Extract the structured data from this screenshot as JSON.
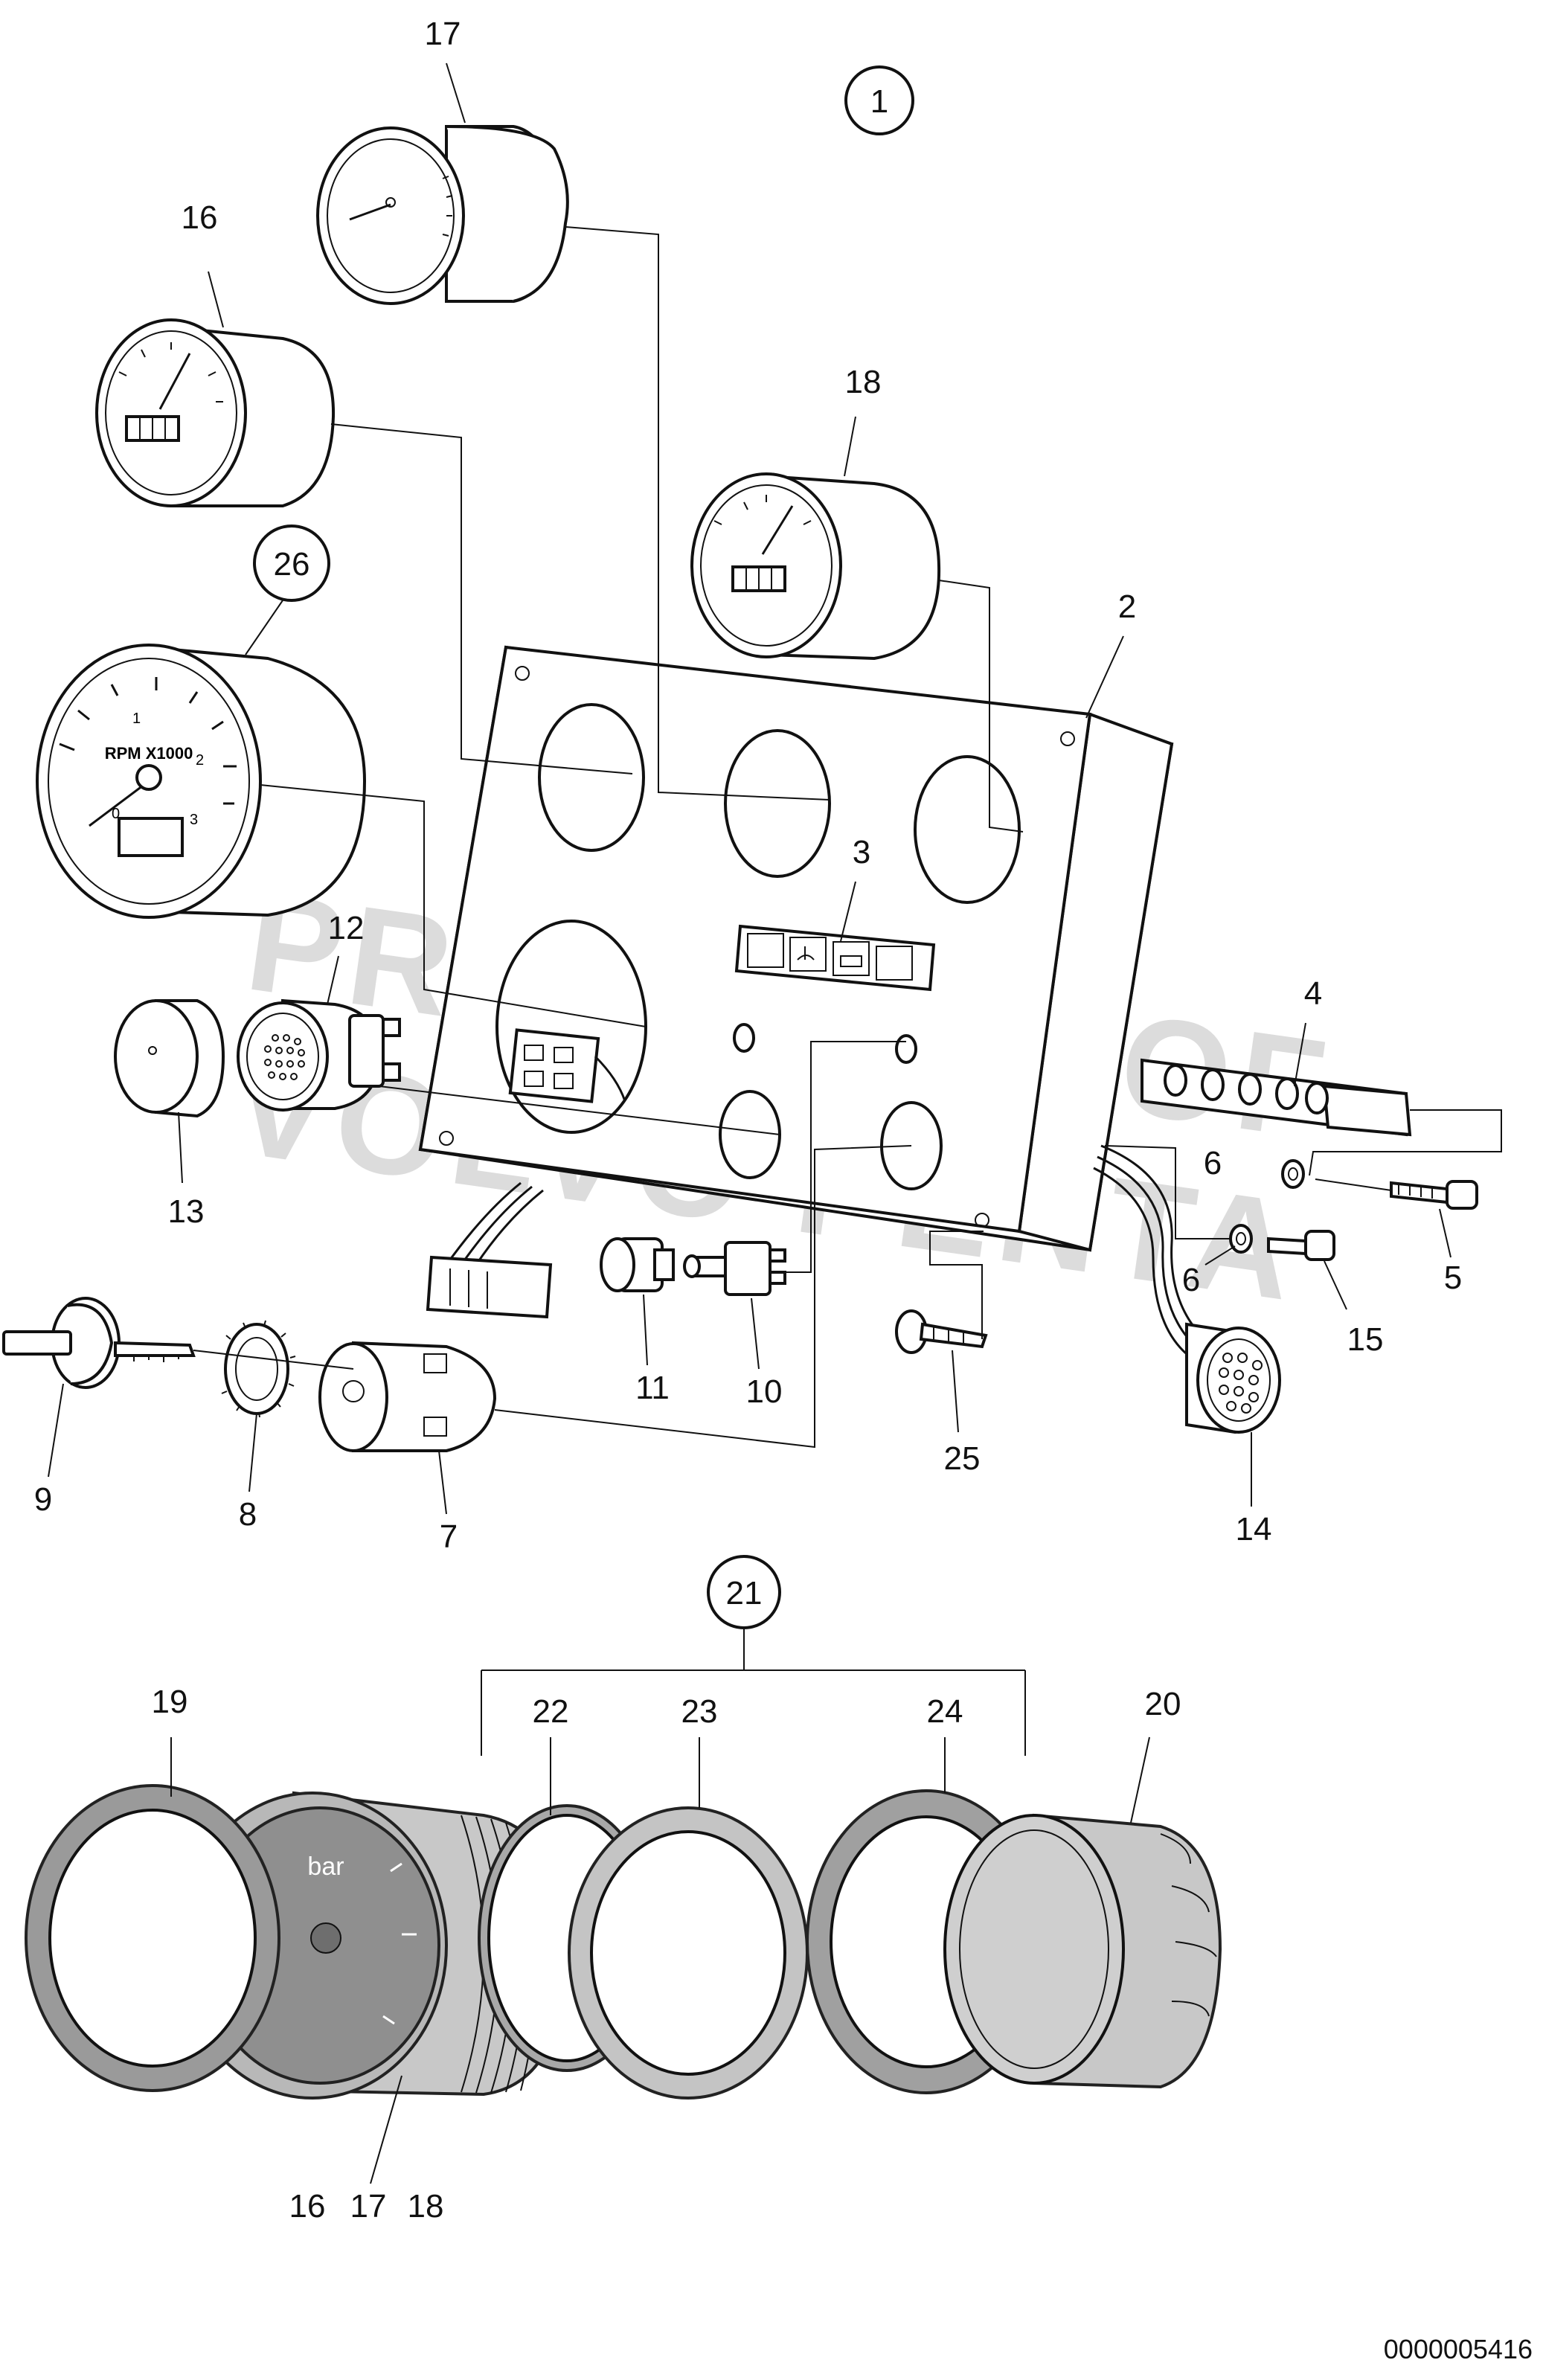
{
  "watermark": {
    "line1": "PROPERTY OF",
    "line2": "VOLVO PENTA"
  },
  "circled_labels": {
    "c1": "1",
    "c26": "26",
    "c21": "21"
  },
  "callouts": {
    "n2": "2",
    "n3": "3",
    "n4": "4",
    "n5": "5",
    "n6a": "6",
    "n6b": "6",
    "n7": "7",
    "n8": "8",
    "n9": "9",
    "n10": "10",
    "n11": "11",
    "n12": "12",
    "n13": "13",
    "n14": "14",
    "n15": "15",
    "n16": "16",
    "n17": "17",
    "n18": "18",
    "n19": "19",
    "n20": "20",
    "n22": "22",
    "n23": "23",
    "n24": "24",
    "n25": "25",
    "b16": "16",
    "b17": "17",
    "b18": "18"
  },
  "gauge_text": {
    "rpm_label": "RPM X1000",
    "t0": "0",
    "t1": "1",
    "t2": "2",
    "t3": "3",
    "bar_label": "bar"
  },
  "reference_number": "0000005416"
}
